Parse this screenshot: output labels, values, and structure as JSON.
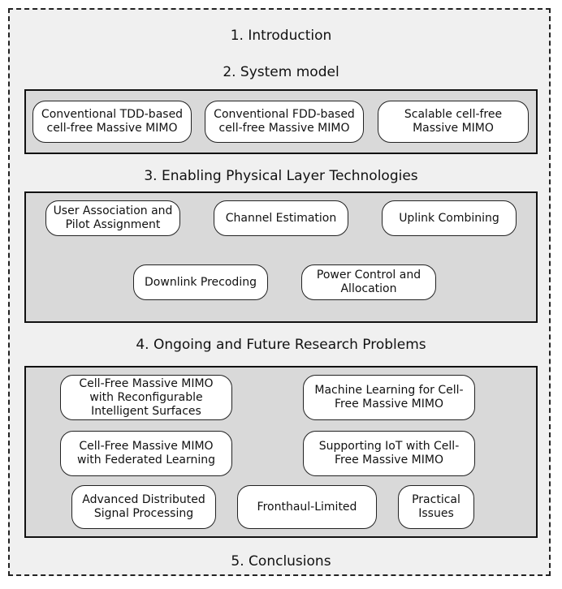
{
  "sections": {
    "introduction": "1. Introduction",
    "system_model": "2. System model",
    "enabling": "3. Enabling Physical Layer Technologies",
    "ongoing": "4. Ongoing and Future Research Problems",
    "conclusions": "5. Conclusions"
  },
  "system_model_items": [
    "Conventional TDD-based\ncell-free Massive MIMO",
    "Conventional FDD-based\ncell-free Massive MIMO",
    "Scalable cell-free\nMassive MIMO"
  ],
  "enabling_items": [
    "User Association and\nPilot Assignment",
    "Channel Estimation",
    "Uplink Combining",
    "Downlink Precoding",
    "Power Control and\nAllocation"
  ],
  "ongoing_items": [
    "Cell-Free Massive MIMO\nwith Reconfigurable\nIntelligent Surfaces",
    "Machine Learning for Cell-\nFree Massive MIMO",
    "Cell-Free Massive MIMO\nwith Federated Learning",
    "Supporting IoT with Cell-\nFree Massive MIMO",
    "Advanced Distributed\nSignal Processing",
    "Fronthaul-Limited",
    "Practical\nIssues"
  ],
  "colors": {
    "background": "#f0f0f0",
    "panel": "#d9d9d9",
    "box": "#ffffff",
    "border": "#111111"
  }
}
